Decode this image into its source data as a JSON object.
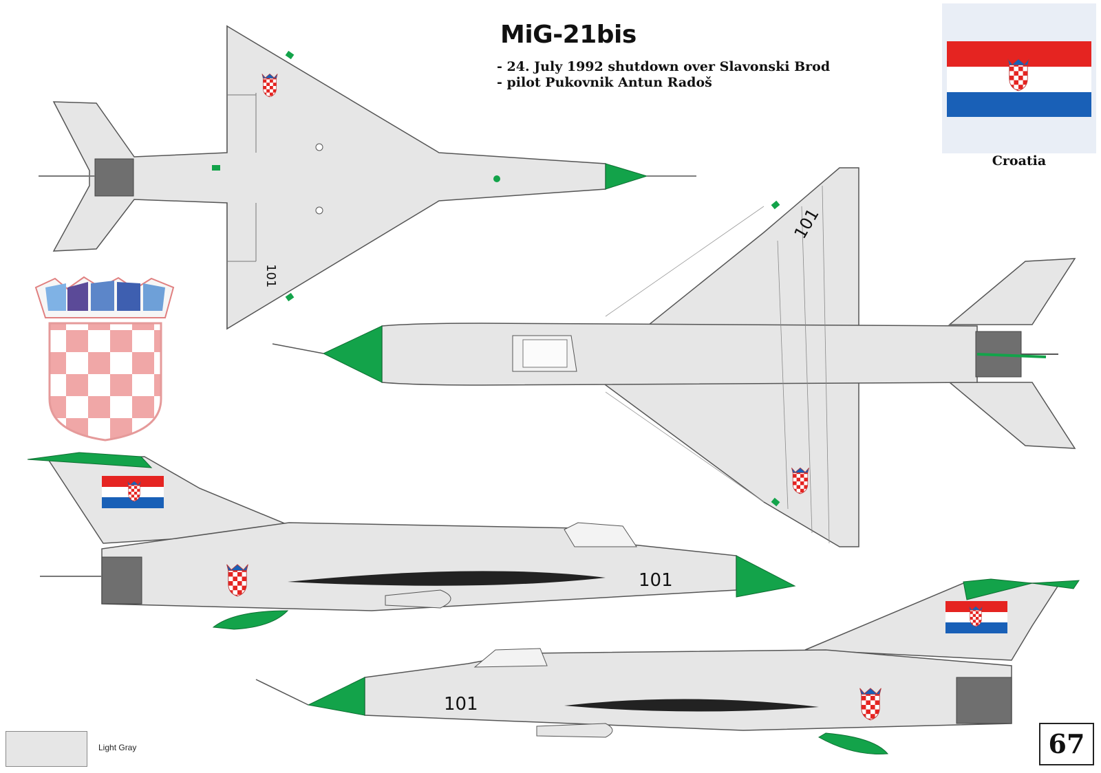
{
  "header": {
    "title": "MiG-21bis",
    "line1": "- 24. July 1992 shutdown over Slavonski Brod",
    "line2": "- pilot Pukovnik Antun Radoš"
  },
  "flag": {
    "caption": "Croatia"
  },
  "aircraft": {
    "serial": "101"
  },
  "legend": {
    "swatch_label": "Light Gray"
  },
  "page": {
    "number": "67"
  },
  "colors": {
    "light_gray": "#e6e6e6",
    "green": "#13a34a",
    "red": "#e52421",
    "blue": "#1960b7",
    "dark_gray": "#6f6f6f",
    "outline": "#555555"
  }
}
